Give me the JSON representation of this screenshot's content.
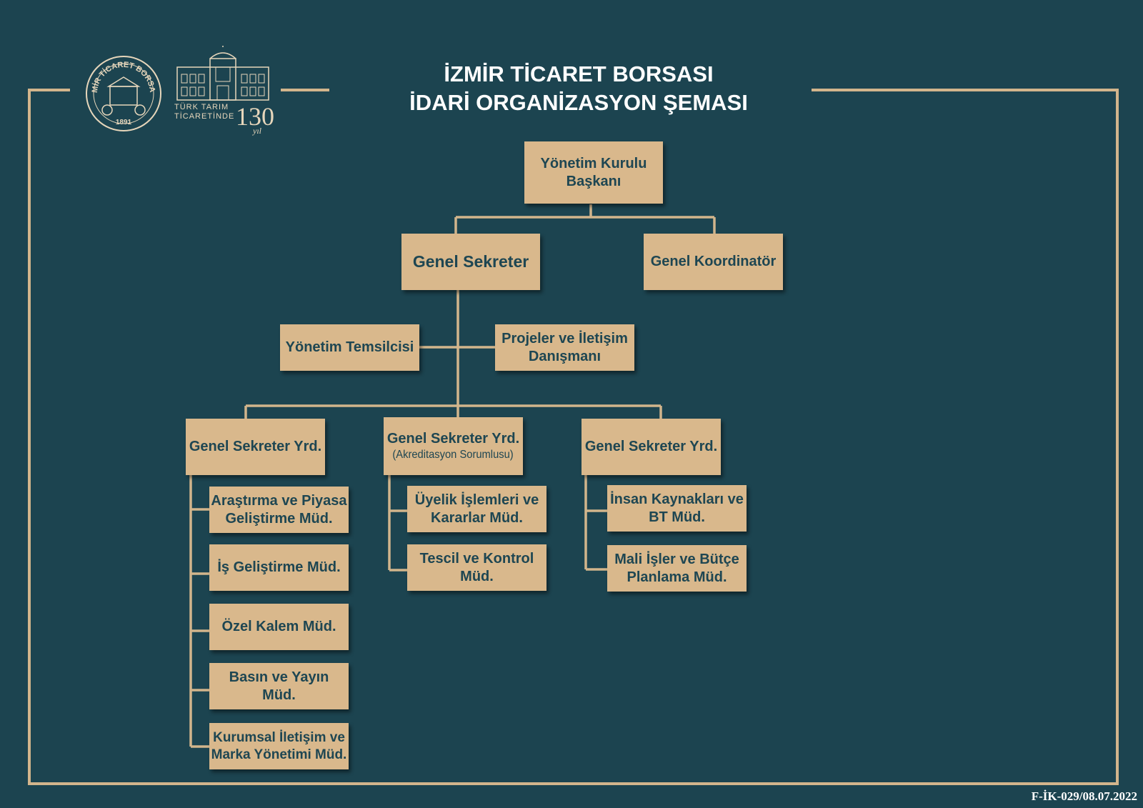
{
  "header": {
    "title_line1": "İZMİR TİCARET BORSASI",
    "title_line2": "İDARİ ORGANİZASYON ŞEMASI",
    "logo": {
      "seal_text": "İZMİR TİCARET BORSASI",
      "seal_year": "1891",
      "tagline_line1": "TÜRK TARIM",
      "tagline_line2": "TİCARETİNDE",
      "anniversary": "130",
      "anniversary_suffix": "yıl"
    }
  },
  "chart": {
    "president": "Yönetim Kurulu Başkanı",
    "general_secretary": "Genel Sekreter",
    "general_coordinator": "Genel Koordinatör",
    "management_rep": "Yönetim Temsilcisi",
    "projects_advisor": "Projeler ve İletişim Danışmanı",
    "deputy_left": "Genel Sekreter Yrd.",
    "deputy_mid": "Genel Sekreter Yrd.",
    "deputy_mid_note": "(Akreditasyon Sorumlusu)",
    "deputy_right": "Genel Sekreter Yrd.",
    "left_units": [
      "Araştırma ve Piyasa Geliştirme Müd.",
      "İş Geliştirme Müd.",
      "Özel Kalem Müd.",
      "Basın ve Yayın Müd.",
      "Kurumsal İletişim ve Marka Yönetimi Müd."
    ],
    "mid_units": [
      "Üyelik İşlemleri ve Kararlar Müd.",
      "Tescil ve Kontrol Müd."
    ],
    "right_units": [
      "İnsan Kaynakları ve BT Müd.",
      "Mali İşler ve Bütçe Planlama Müd."
    ]
  },
  "footer": {
    "form_code": "F-İK-029/08.07.2022"
  },
  "colors": {
    "background": "#1c4450",
    "box": "#d9b88c",
    "box_text": "#1e4652",
    "line": "#d9b88c"
  }
}
